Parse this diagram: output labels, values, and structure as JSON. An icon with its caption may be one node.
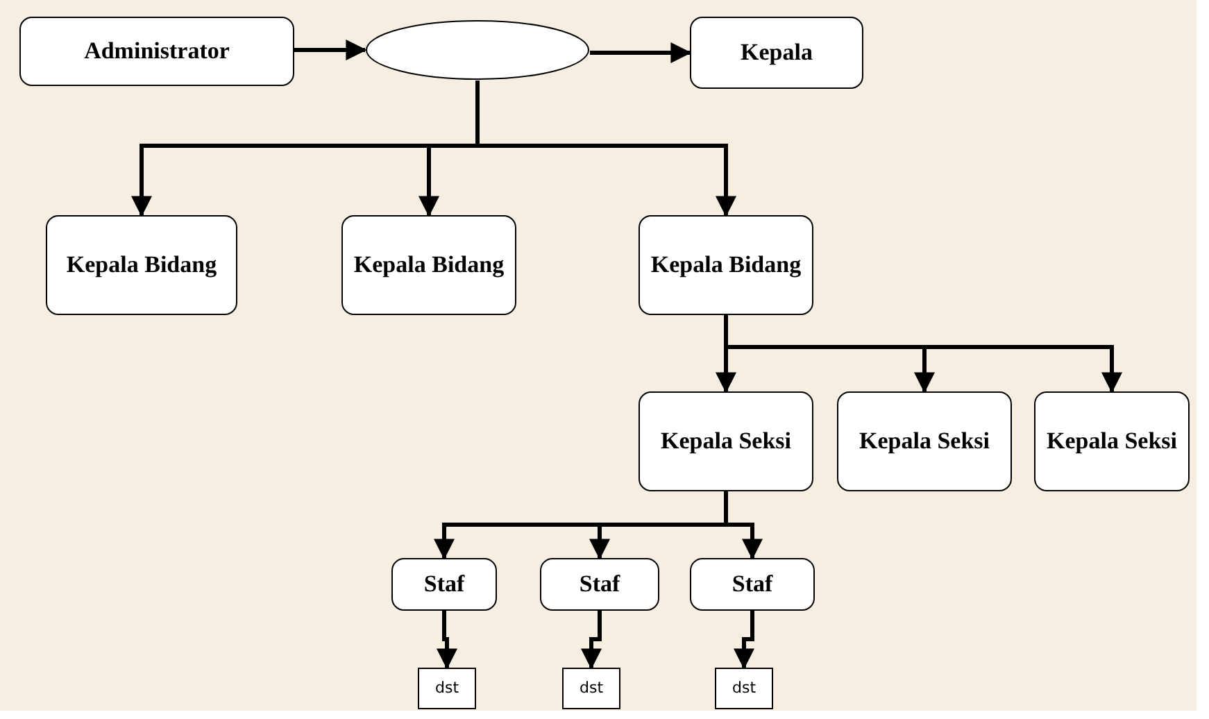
{
  "diagram": {
    "nodes": [
      {
        "text": [
          "Administrator"
        ]
      },
      {
        "text": [],
        "shape": "ellipse"
      },
      {
        "text": [
          "Kepala"
        ]
      },
      {
        "text": [
          "Kepala Bidang"
        ]
      },
      {
        "text": [
          "Kepala Bidang"
        ]
      },
      {
        "text": [
          "Kepala Bidang"
        ]
      },
      {
        "text": [
          "Kepala Seksi"
        ]
      },
      {
        "text": [
          "Kepala Seksi"
        ]
      },
      {
        "text": [
          "Kepala Seksi"
        ]
      },
      {
        "text": [
          "Staf"
        ]
      },
      {
        "text": [
          "Staf"
        ]
      },
      {
        "text": [
          "Staf"
        ]
      },
      {
        "text": [
          "dst"
        ]
      },
      {
        "text": [
          "dst"
        ]
      },
      {
        "text": [
          "dst"
        ]
      }
    ],
    "edges": [
      {
        "from": 0,
        "to": 1,
        "arrow": "to"
      },
      {
        "from": 1,
        "to": 2,
        "arrow": "to"
      },
      {
        "from": 1,
        "to": 3,
        "arrow": "to"
      },
      {
        "from": 1,
        "to": 4,
        "arrow": "to"
      },
      {
        "from": 1,
        "to": 5,
        "arrow": "to"
      },
      {
        "from": 5,
        "to": 6,
        "arrow": "to"
      },
      {
        "from": 5,
        "to": 7,
        "arrow": "to"
      },
      {
        "from": 5,
        "to": 8,
        "arrow": "to"
      },
      {
        "from": 6,
        "to": 9,
        "arrow": "to"
      },
      {
        "from": 6,
        "to": 10,
        "arrow": "to"
      },
      {
        "from": 6,
        "to": 11,
        "arrow": "to"
      },
      {
        "from": 9,
        "to": 12,
        "arrow": "to"
      },
      {
        "from": 10,
        "to": 13,
        "arrow": "to"
      },
      {
        "from": 11,
        "to": 14,
        "arrow": "to"
      }
    ]
  }
}
